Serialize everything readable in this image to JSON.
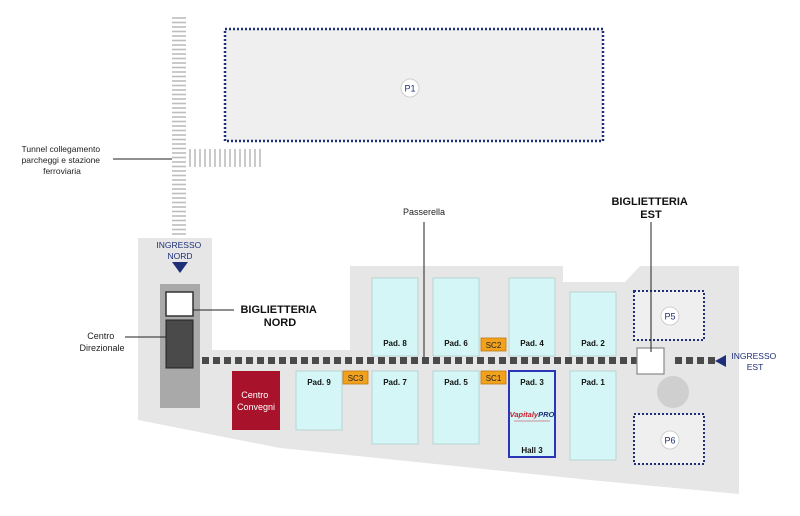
{
  "colors": {
    "ground": "#e6e6e6",
    "ground_edge": "#d8d8d8",
    "hall_fill": "#d4f6f6",
    "hall_stroke": "#b8d4d4",
    "highlight_stroke": "#2a35b8",
    "navy": "#1e2f78",
    "congress": "#a9122b",
    "sc_fill": "#f2a11d",
    "sc_stroke": "#c07a10",
    "dots": "#4a4a4a",
    "building_dark": "#4a4a4a",
    "text": "#222222"
  },
  "parking": {
    "p1": "P1",
    "p5": "P5",
    "p6": "P6"
  },
  "entrances": {
    "north": [
      "INGRESSO",
      "NORD"
    ],
    "east": [
      "INGRESSO",
      "EST"
    ]
  },
  "labels": {
    "tunnel": [
      "Tunnel collegamento",
      "parcheggi e stazione",
      "ferroviaria"
    ],
    "passerella": "Passerella",
    "ticket_north": [
      "BIGLIETTERIA",
      "NORD"
    ],
    "ticket_east": [
      "BIGLIETTERIA",
      "EST"
    ],
    "centro_direzionale": [
      "Centro",
      "Direzionale"
    ],
    "centro_convegni": [
      "Centro",
      "Convegni"
    ]
  },
  "pavilions": {
    "pad8": "Pad. 8",
    "pad6": "Pad. 6",
    "pad4": "Pad. 4",
    "pad2": "Pad. 2",
    "pad9": "Pad. 9",
    "pad7": "Pad. 7",
    "pad5": "Pad. 5",
    "pad3": "Pad. 3",
    "pad1": "Pad. 1",
    "hall3": "Hall 3"
  },
  "service_centers": {
    "sc1": "SC1",
    "sc2": "SC2",
    "sc3": "SC3"
  },
  "event_logo": {
    "text_a": "Vap",
    "text_b": "italy",
    "text_c": "PRO"
  }
}
